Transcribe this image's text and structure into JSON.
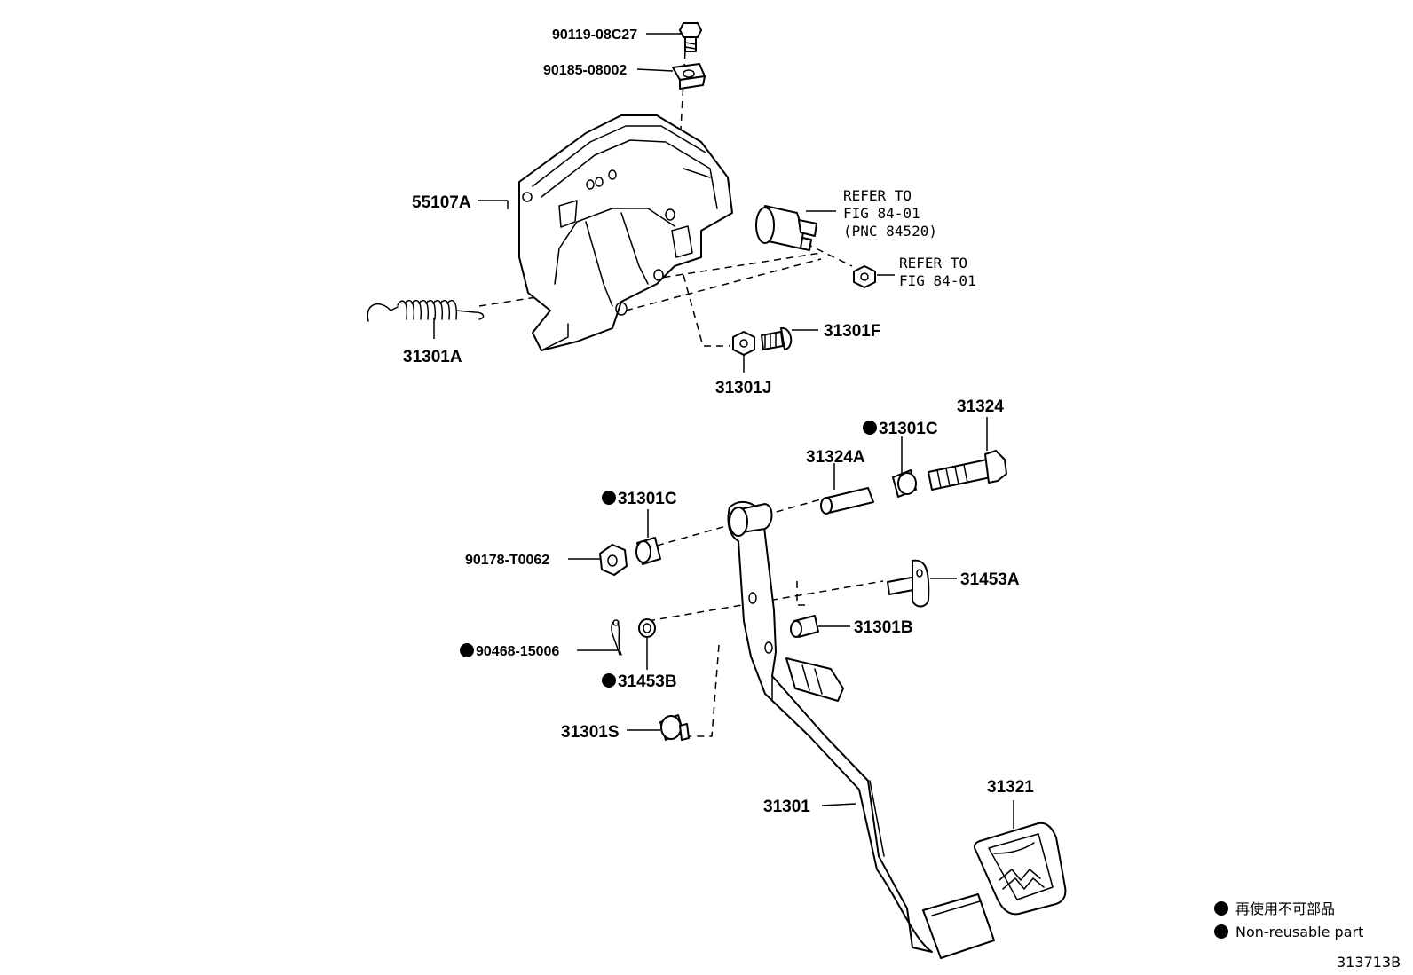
{
  "labels": {
    "p90119": "90119-08C27",
    "p90185": "90185-08002",
    "p55107A": "55107A",
    "refer1_l1": "REFER TO",
    "refer1_l2": "FIG 84-01",
    "refer1_l3": "(PNC 84520)",
    "refer2_l1": "REFER TO",
    "refer2_l2": "FIG 84-01",
    "p31301A": "31301A",
    "p31301F": "31301F",
    "p31301J": "31301J",
    "p31324": "31324",
    "p31301C_top": "31301C",
    "p31324A": "31324A",
    "p31301C_left": "31301C",
    "p90178": "90178-T0062",
    "p31453A": "31453A",
    "p31301B": "31301B",
    "p90468": "90468-15006",
    "p31453B": "31453B",
    "p31301S": "31301S",
    "p31301": "31301",
    "p31321": "31321"
  },
  "legend": {
    "jp": "再使用不可部品",
    "en": "Non-reusable part"
  },
  "figure_id": "313713B",
  "colors": {
    "line": "#000000",
    "background": "#ffffff"
  },
  "icons": {
    "non_reusable_marker": "filled-circle-icon"
  }
}
